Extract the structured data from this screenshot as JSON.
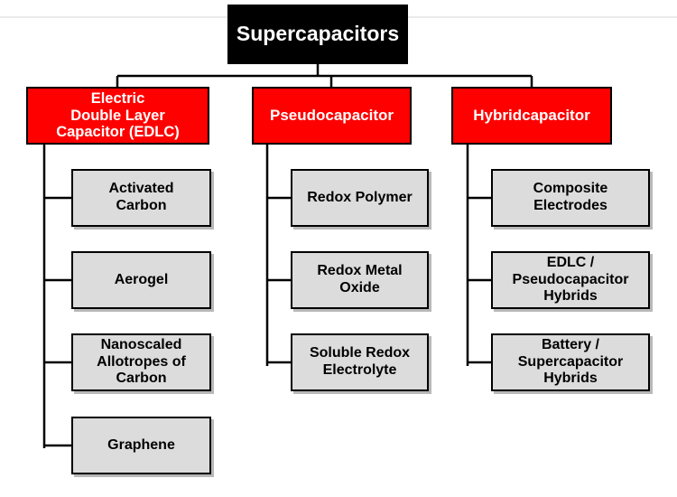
{
  "root": {
    "label": "Supercapacitors"
  },
  "categories": [
    {
      "label": "Electric\nDouble Layer\nCapacitor (EDLC)",
      "children": [
        "Activated\nCarbon",
        "Aerogel",
        "Nanoscaled\nAllotropes of\nCarbon",
        "Graphene"
      ]
    },
    {
      "label": "Pseudocapacitor",
      "children": [
        "Redox Polymer",
        "Redox Metal\nOxide",
        "Soluble Redox\nElectrolyte"
      ]
    },
    {
      "label": "Hybridcapacitor",
      "children": [
        "Composite\nElectrodes",
        "EDLC /\nPseudocapacitor\nHybrids",
        "Battery /\nSupercapacitor\nHybrids"
      ]
    }
  ],
  "colors": {
    "root_fill": "#000000",
    "category_fill": "#ff0000",
    "leaf_fill": "#dcdcdc",
    "connector": "#000000"
  }
}
